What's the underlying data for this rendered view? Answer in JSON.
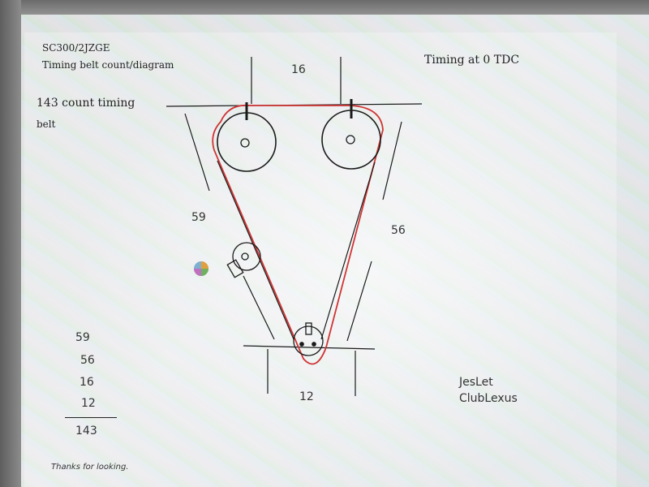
{
  "header": {
    "model": "SC300/2JZGE",
    "subtitle": "Timing belt count/diagram",
    "belt_count": "143 count timing",
    "belt_word": "belt",
    "timing_note": "Timing at 0 TDC"
  },
  "segments": {
    "top": "16",
    "left": "59",
    "right": "56",
    "bottom": "12"
  },
  "sum": {
    "items": [
      "59",
      "56",
      "16",
      "12"
    ],
    "total": "143"
  },
  "credit": {
    "author": "JesLet",
    "site": "ClubLexus"
  },
  "footer": {
    "thanks": "Thanks for looking."
  },
  "colors": {
    "belt": "#d03434",
    "ink": "#1a1a1a"
  }
}
